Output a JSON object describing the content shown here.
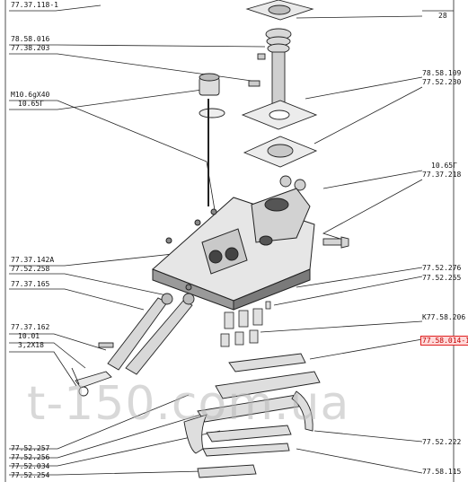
{
  "labels": {
    "l01": "77.37.118-1",
    "l02": "28",
    "l03": "78.58.016",
    "l04": "77.38.203",
    "l05": "78.58.109",
    "l06": "77.52.230",
    "l07": "M10.6gX40",
    "l08": "10.65Г",
    "l09": "10.65Г",
    "l10": "77.37.218",
    "l11": "77.37.142A",
    "l12": "77.52.258",
    "l13": "77.37.165",
    "l14": "77.52.276",
    "l15": "77.52.255",
    "l16": "77.37.162",
    "l17": "10.01",
    "l18": "3,2X18",
    "l19": "K77.58.206",
    "l20": "77.58.014-1",
    "l21": "77.52.257",
    "l22": "77.52.256",
    "l23": "77.52.034",
    "l24": "77.52.254",
    "l25": "77.52.222",
    "l26": "77.58.115"
  },
  "watermark": "t-150.com.ua",
  "colors": {
    "highlight": "#e02020",
    "line": "#222222"
  }
}
